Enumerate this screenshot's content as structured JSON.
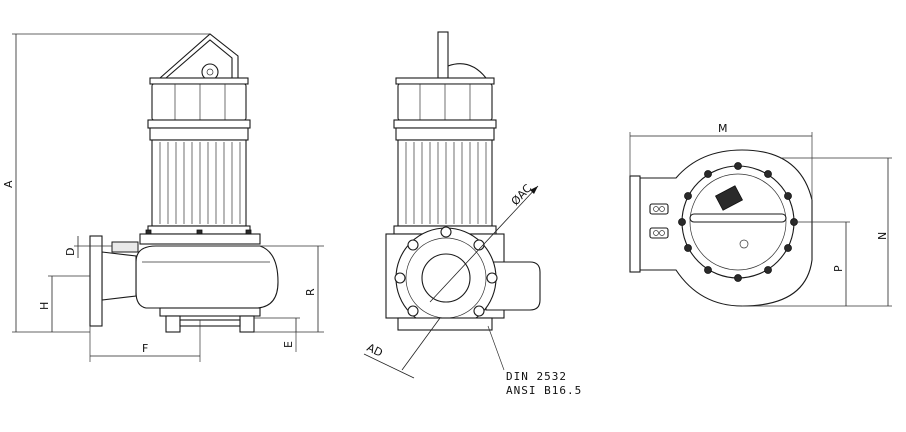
{
  "dimension_labels": {
    "A": "A",
    "D": "D",
    "H": "H",
    "F": "F",
    "R": "R",
    "E": "E",
    "AC": "ØAC",
    "AD": "AD",
    "M": "M",
    "N": "N",
    "P": "P"
  },
  "flange_standard": {
    "line1": "DIN 2532",
    "line2": "ANSI B16.5"
  }
}
